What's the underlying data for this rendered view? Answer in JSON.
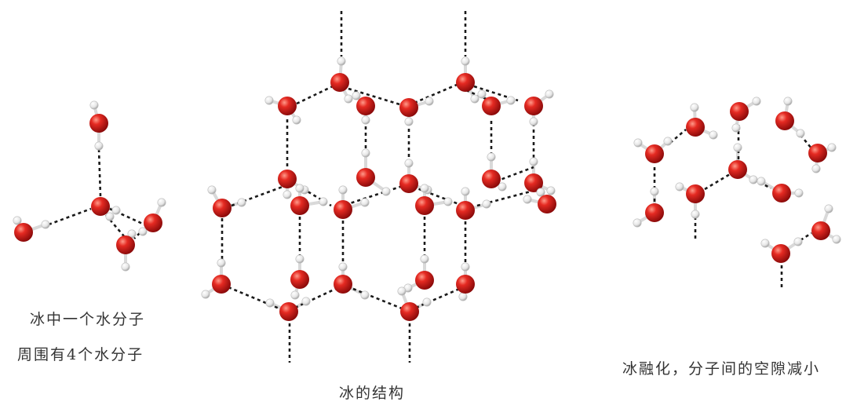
{
  "captions": {
    "left_line1": "冰中一个水分子",
    "left_line2": "周围有4个水分子",
    "center": "冰的结构",
    "right": "冰融化，分子间的空隙减小"
  },
  "colors": {
    "oxygen": "#d91e1e",
    "hydrogen": "#f2f2f2",
    "hydrogen_bond": "#1a1a1a",
    "text": "#333333"
  }
}
